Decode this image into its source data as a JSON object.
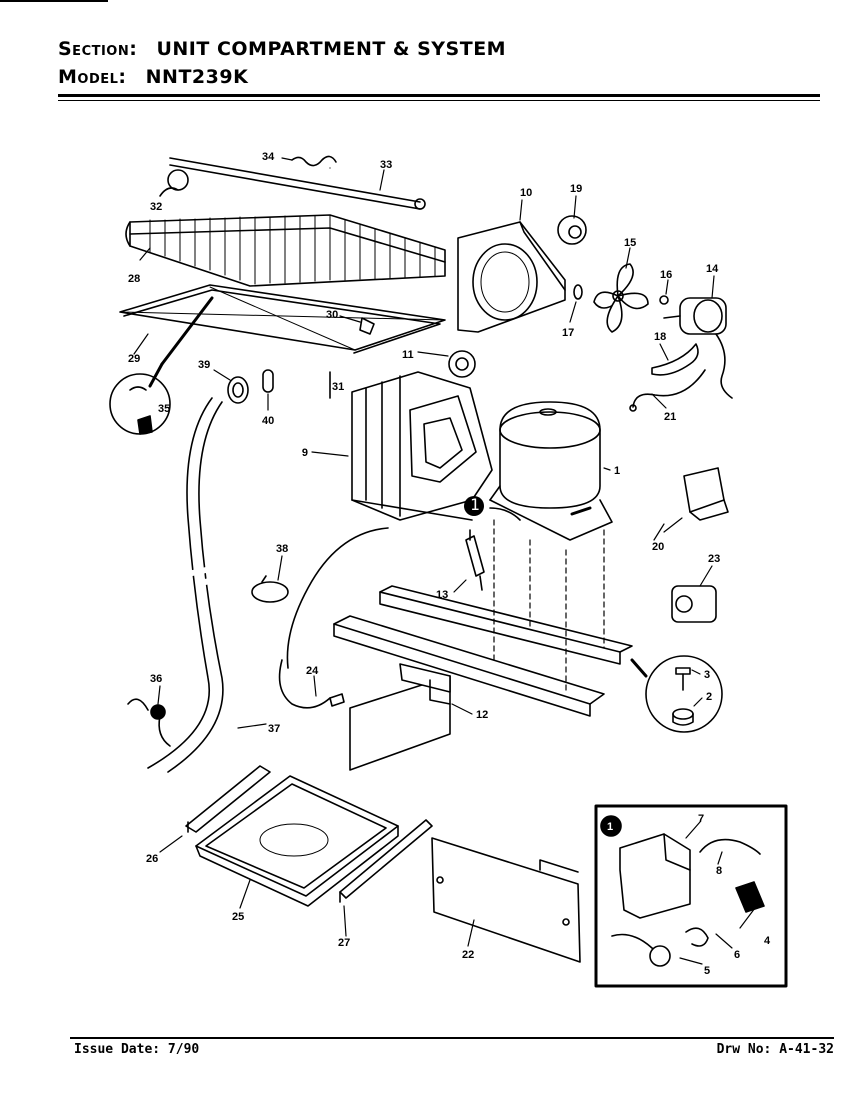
{
  "header": {
    "section_label": "Section:",
    "section_value": "UNIT COMPARTMENT & SYSTEM",
    "model_label": "Model:",
    "model_value": "NNT239K"
  },
  "callouts": [
    "1",
    "2",
    "3",
    "4",
    "5",
    "6",
    "7",
    "8",
    "9",
    "10",
    "11",
    "12",
    "13",
    "14",
    "15",
    "16",
    "17",
    "18",
    "19",
    "20",
    "21",
    "22",
    "23",
    "24",
    "25",
    "26",
    "27",
    "28",
    "29",
    "30",
    "31",
    "32",
    "33",
    "34",
    "35",
    "36",
    "37",
    "38",
    "39",
    "40"
  ],
  "inset": {
    "marker": "1",
    "callouts": [
      "4",
      "5",
      "6",
      "7",
      "8"
    ]
  },
  "footer": {
    "issue_date": "Issue Date: 7/90",
    "drawing_no": "Drw No: A-41-32"
  }
}
